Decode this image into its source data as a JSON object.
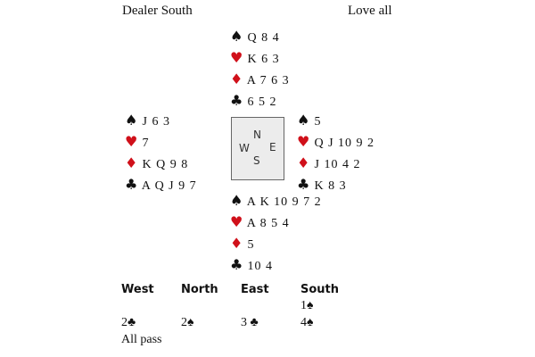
{
  "header": {
    "dealer": "Dealer South",
    "vulnerability": "Love all"
  },
  "colors": {
    "red_suit": "#d0101a",
    "black_suit": "#111111",
    "compass_bg": "#ececec"
  },
  "suits": {
    "spades": "♠",
    "hearts": "♥",
    "diamonds": "♦",
    "clubs": "♣"
  },
  "hands": {
    "north": {
      "spades": "Q 8 4",
      "hearts": "K 6 3",
      "diamonds": "A 7 6 3",
      "clubs": "6 5 2"
    },
    "west": {
      "spades": "J 6 3",
      "hearts": "7",
      "diamonds": "K Q 9 8",
      "clubs": "A Q J 9 7"
    },
    "east": {
      "spades": "5",
      "hearts": "Q J 10 9 2",
      "diamonds": "J 10 4 2",
      "clubs": "K 8 3"
    },
    "south": {
      "spades": "A K 10 9 7 2",
      "hearts": "A 8 5 4",
      "diamonds": "5",
      "clubs": "10 4"
    }
  },
  "compass": {
    "n": "N",
    "e": "E",
    "s": "S",
    "w": "W"
  },
  "auction": {
    "headers": [
      "West",
      "North",
      "East",
      "South"
    ],
    "rows": [
      [
        "",
        "",
        "",
        "1♠"
      ],
      [
        "2♣",
        "2♠",
        "3 ♣",
        "4♠"
      ],
      [
        "All pass",
        "",
        "",
        ""
      ]
    ]
  }
}
